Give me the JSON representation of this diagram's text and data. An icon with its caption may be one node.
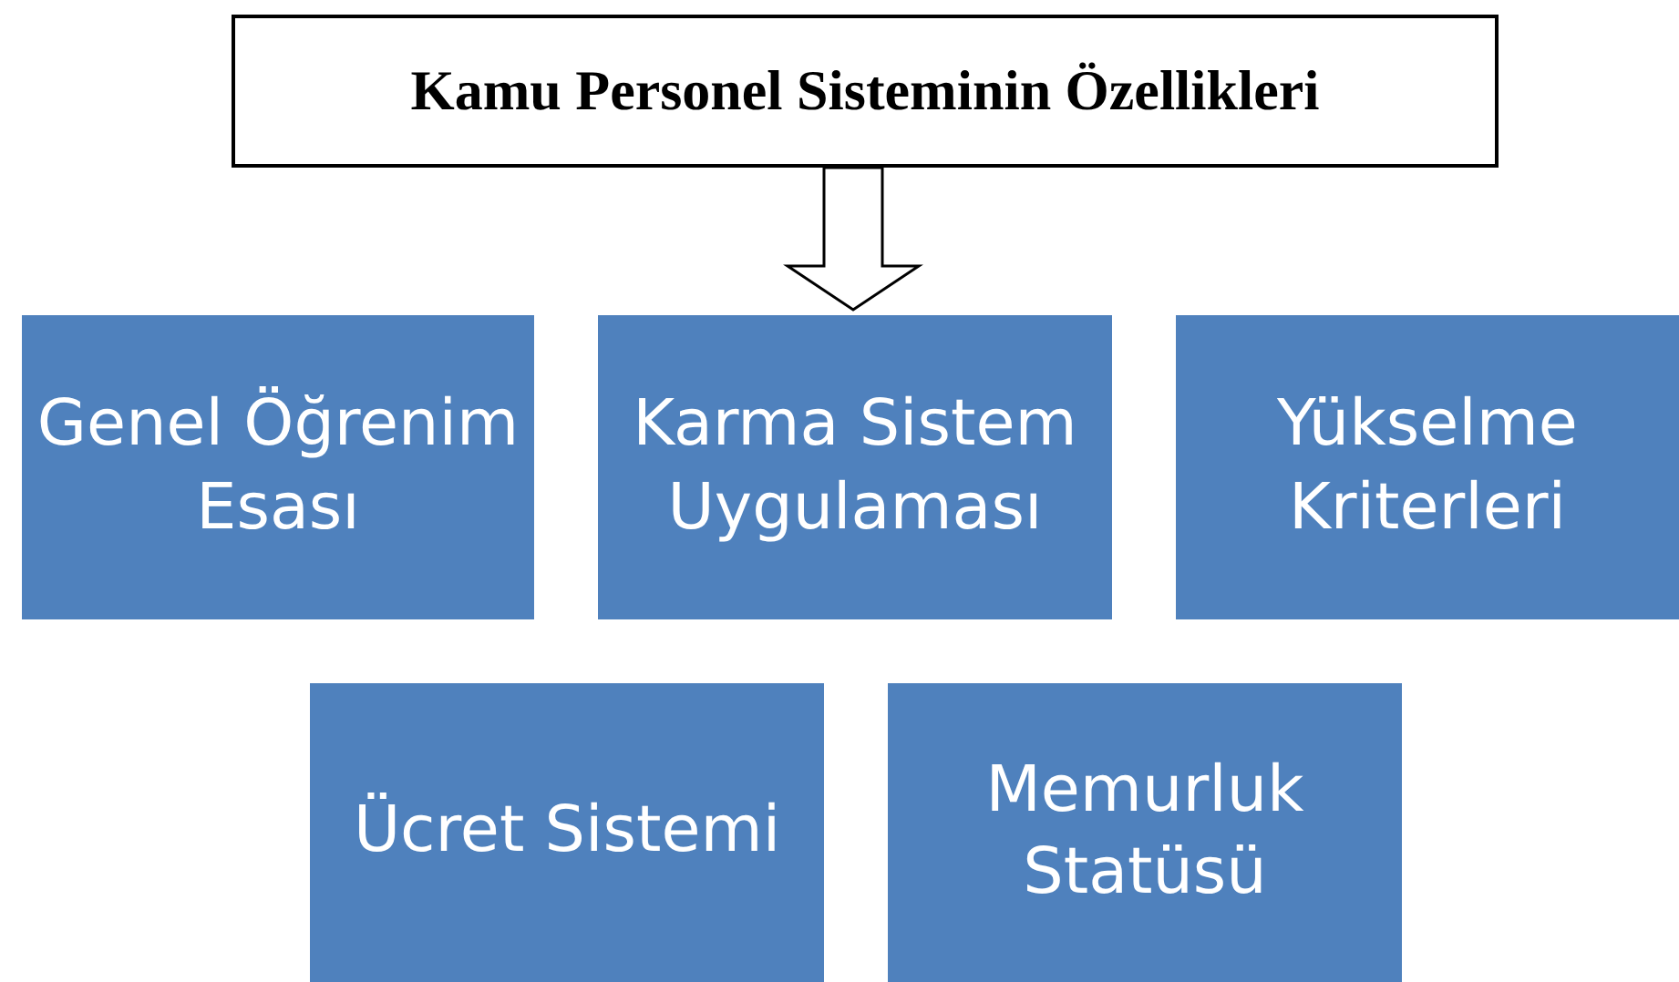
{
  "diagram": {
    "nodes": [
      {
        "text": [
          "Kamu Personel Sisteminin Özellikleri"
        ]
      },
      {
        "text": [
          "Genel Öğrenim Esası"
        ]
      },
      {
        "text": [
          "Karma Sistem Uygulaması"
        ]
      },
      {
        "text": [
          "Yükselme Kriterleri"
        ]
      },
      {
        "text": [
          "Ücret Sistemi"
        ]
      },
      {
        "text": [
          "Memurluk Statüsü"
        ]
      }
    ],
    "edges": [
      {
        "from": 0,
        "to": 2,
        "arrow": "to"
      }
    ]
  }
}
